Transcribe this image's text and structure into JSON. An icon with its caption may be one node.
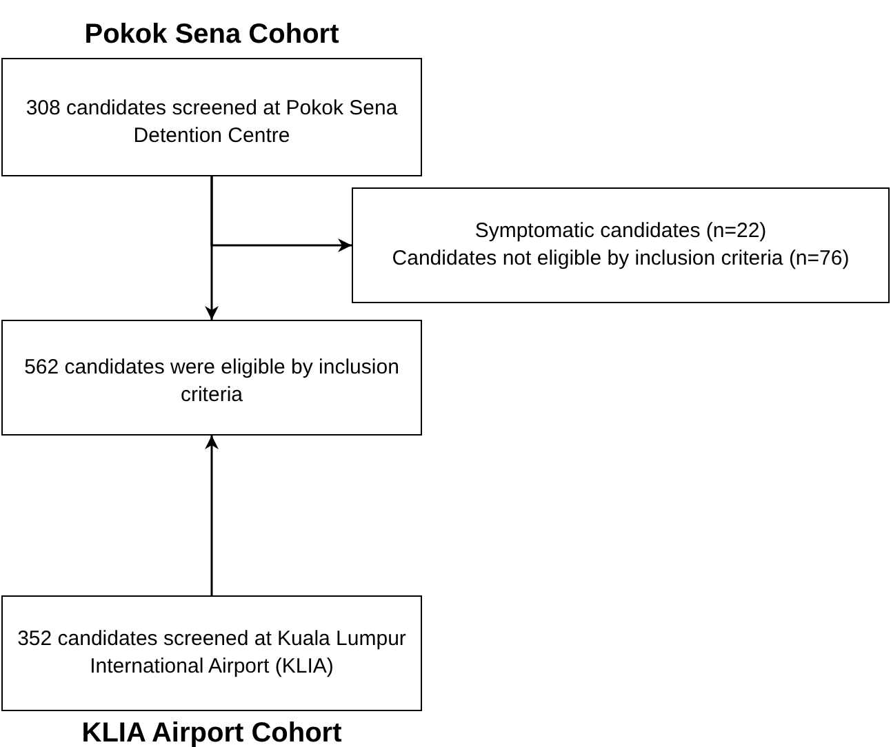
{
  "diagram": {
    "nodes": [
      {
        "text": [
          "Pokok Sena Cohort",
          "308 candidates screened at Pokok Sena Detention Centre"
        ]
      },
      {
        "text": [
          "Symptomatic candidates (n=22)",
          "Candidates not eligible by inclusion criteria (n=76)"
        ]
      },
      {
        "text": [
          "562 candidates were eligible by inclusion criteria"
        ]
      },
      {
        "text": [
          "352 candidates screened at Kuala Lumpur International Airport (KLIA)",
          "KLIA Airport Cohort"
        ]
      }
    ],
    "edges": [
      {
        "from": 0,
        "to": 2,
        "arrow": "to"
      },
      {
        "from": 0,
        "to": 1,
        "arrow": "to"
      },
      {
        "from": 3,
        "to": 2,
        "arrow": "to"
      }
    ]
  }
}
